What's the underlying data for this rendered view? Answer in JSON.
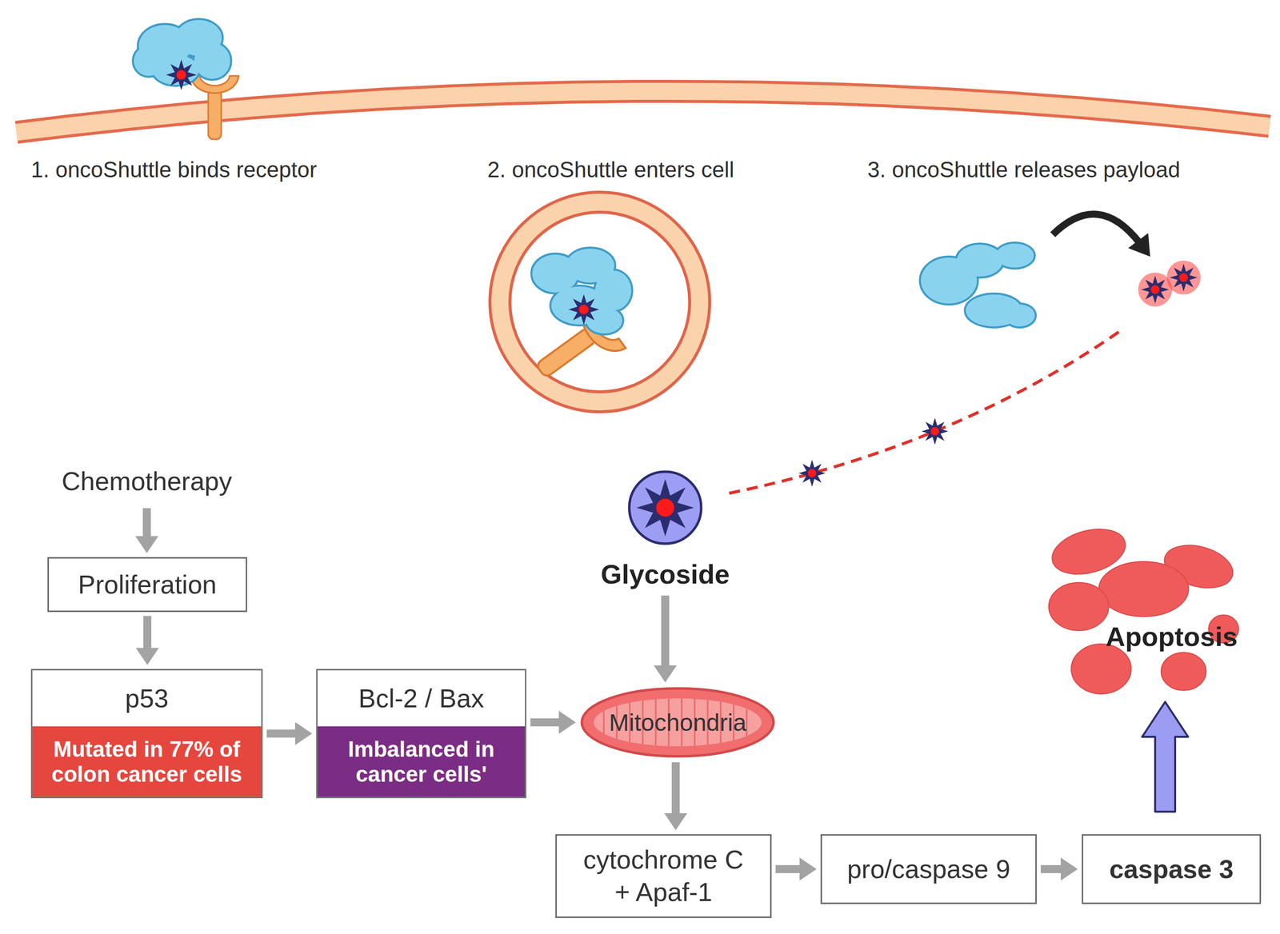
{
  "diagram": {
    "nodes": [
      {
        "text": [
          "Chemotherapy"
        ]
      },
      {
        "text": [
          "Proliferation"
        ]
      },
      {
        "text": [
          "Glycoside"
        ]
      },
      {
        "text": [
          "Apoptosis"
        ]
      },
      {
        "text": [
          "p53",
          "Mutated in 77% of colon cancer cells"
        ]
      },
      {
        "text": [
          "Bcl-2 / Bax",
          "Imbalanced in cancer cells'"
        ]
      },
      {
        "text": [
          "Mitochondria"
        ]
      },
      {
        "text": [
          "cytochrome C + Apaf-1"
        ]
      },
      {
        "text": [
          "pro/caspase 9"
        ]
      },
      {
        "text": [
          "caspase 3"
        ]
      }
    ],
    "edges": [
      {
        "from": 0,
        "to": 1,
        "arrow": "to"
      },
      {
        "from": 1,
        "to": 4,
        "arrow": "to"
      },
      {
        "from": 4,
        "to": 5,
        "arrow": "to"
      },
      {
        "from": 5,
        "to": 6,
        "arrow": "to"
      },
      {
        "from": 2,
        "to": 6,
        "arrow": "to"
      },
      {
        "from": 6,
        "to": 7,
        "arrow": "to"
      },
      {
        "from": 7,
        "to": 8,
        "arrow": "to"
      },
      {
        "from": 8,
        "to": 9,
        "arrow": "to"
      },
      {
        "from": 9,
        "to": 3,
        "arrow": "to"
      }
    ],
    "labels": [
      "1. oncoShuttle binds receptor",
      "2. oncoShuttle enters cell",
      "3. oncoShuttle releases payload"
    ]
  }
}
